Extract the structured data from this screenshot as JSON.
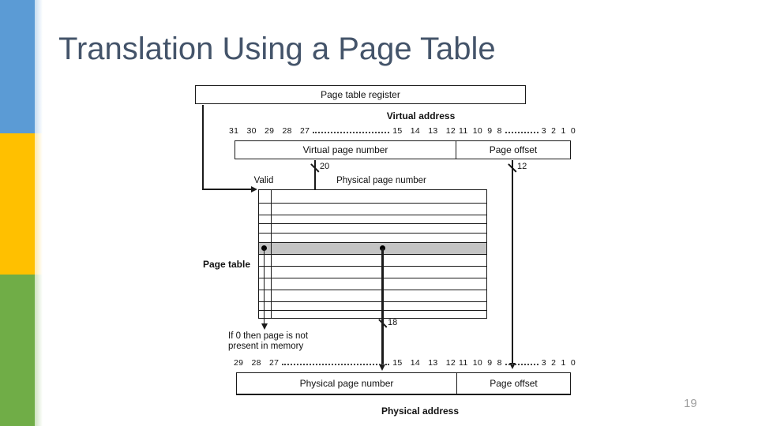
{
  "slide": {
    "title": "Translation Using a Page Table",
    "page_number": "19"
  },
  "theme": {
    "title_color": "#44546A",
    "sidebar_colors": [
      "#5B9BD5",
      "#FFC000",
      "#70AD47"
    ],
    "highlight_row_color": "#C4C4C4",
    "line_color": "#1a1a1a"
  },
  "diagram": {
    "labels": {
      "page_table_register": "Page table register",
      "virtual_address": "Virtual address",
      "virtual_page_number": "Virtual page number",
      "page_offset": "Page offset",
      "valid": "Valid",
      "physical_page_number_header": "Physical page number",
      "page_table": "Page table",
      "physical_page_number": "Physical page number",
      "physical_address": "Physical address",
      "note_line1": "If 0 then page is not",
      "note_line2": "present in memory"
    },
    "bus_widths": {
      "virtual_page_number": "20",
      "page_offset": "12",
      "physical_page_number": "18"
    },
    "bits": {
      "virtual_high": "31 30 29 28 27",
      "physical_high": "29 28 27",
      "mid": "15 14 13 12",
      "offset_high": "11 10 9 8",
      "offset_low": "3 2 1 0"
    },
    "table": {
      "rows": 12,
      "highlight_row_index": 5
    }
  }
}
